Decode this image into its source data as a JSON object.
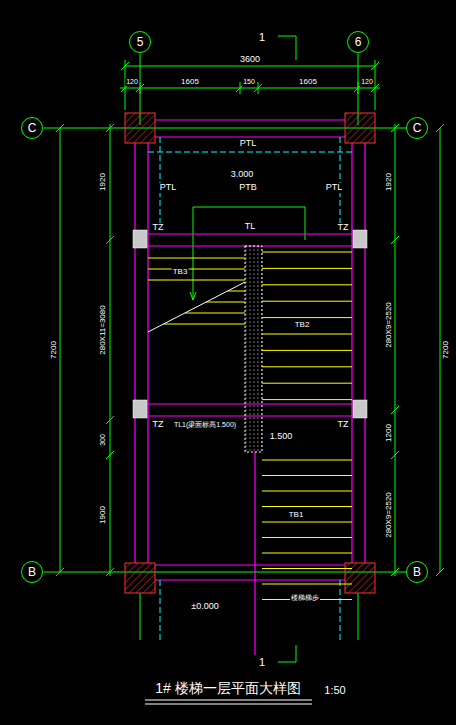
{
  "diagram": {
    "title": "1# 楼梯一层平面大样图",
    "nodes": [
      {
        "text": [
          "5"
        ]
      },
      {
        "text": [
          "6"
        ]
      },
      {
        "text": [
          "C"
        ]
      },
      {
        "text": [
          "C"
        ]
      },
      {
        "text": [
          "B"
        ]
      },
      {
        "text": [
          "B"
        ]
      }
    ],
    "labels": [
      "1",
      "3600",
      "120",
      "1605",
      "150",
      "1605",
      "120",
      "PTL",
      "3.000",
      "PTL",
      "PTB",
      "PTL",
      "1920",
      "1920",
      "TZ",
      "TL",
      "TZ",
      "TB3",
      "280X11=3080",
      "280X9=2520",
      "TB2",
      "7200",
      "7200",
      "TZ",
      "TL1(梁面标高1.500)",
      "TZ",
      "1.500",
      "300",
      "1200",
      "TB1",
      "1900",
      "280X9=2520",
      "±0.000",
      "楼梯梯步",
      "1",
      "1:50"
    ]
  }
}
